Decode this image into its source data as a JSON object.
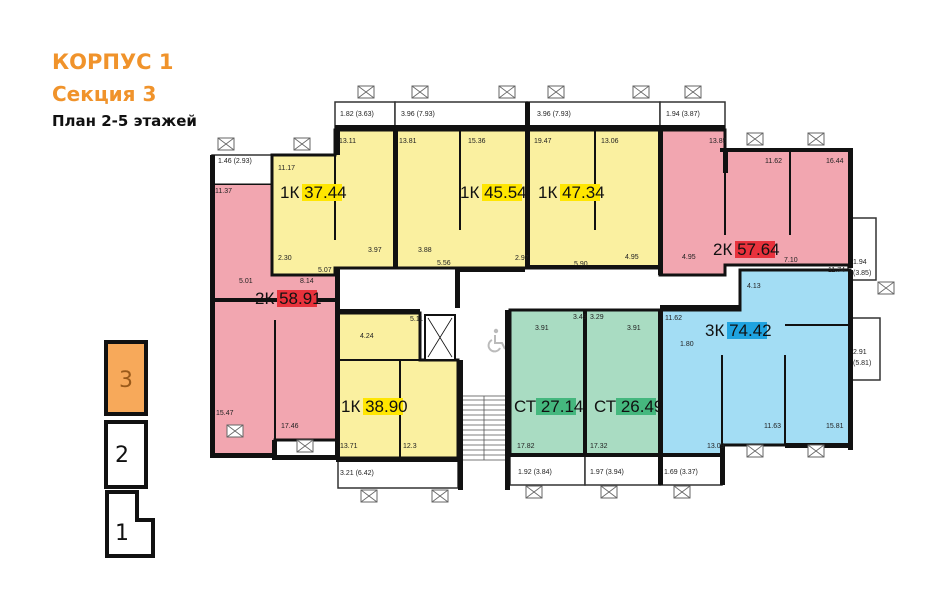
{
  "header": {
    "building": "КОРПУС 1",
    "section": "Секция 3",
    "plan": "План 2-5 этажей"
  },
  "colors": {
    "title": "#f0932b",
    "one_room": "#faf0a0",
    "two_room": "#f2a6b0",
    "three_room": "#a3ddf4",
    "studio": "#a9dcc2",
    "label_yellow": "#ffe600",
    "label_red": "#e8323c",
    "label_blue": "#1fa3e0",
    "label_green": "#45b77e",
    "active_section": "#f7a95a"
  },
  "sections": [
    {
      "label": "3",
      "active": true
    },
    {
      "label": "2",
      "active": false
    },
    {
      "label": "1",
      "active": false
    }
  ],
  "apartments": [
    {
      "label": "1К 37.44",
      "type": "one_room"
    },
    {
      "label": "1К 45.54",
      "type": "one_room"
    },
    {
      "label": "1К 47.34",
      "type": "one_room"
    },
    {
      "label": "2К 57.64",
      "type": "two_room"
    },
    {
      "label": "2К 58.91",
      "type": "two_room"
    },
    {
      "label": "1К 38.90",
      "type": "one_room"
    },
    {
      "label": "СТ 27.14",
      "type": "studio"
    },
    {
      "label": "СТ 26.49",
      "type": "studio"
    },
    {
      "label": "3К 74.42",
      "type": "three_room"
    }
  ],
  "areas": [
    "1.46 (2.93)",
    "11.37",
    "11.17",
    "2.30",
    "8.14",
    "5.07",
    "5.01",
    "1.82 (3.63)",
    "13.11",
    "3.97",
    "3.96 (7.93)",
    "13.81",
    "3.88",
    "5.56",
    "15.36",
    "2.97",
    "3.96 (7.93)",
    "19.47",
    "13.06",
    "5.90",
    "4.95",
    "1.94 (3.87)",
    "13.85",
    "4.95",
    "11.62",
    "16.44",
    "7.10",
    "1.94",
    "(3.85)",
    "11.74",
    "4.13",
    "15.47",
    "17.46",
    "4.24",
    "5.11",
    "13.71",
    "12.3",
    "3.21 (6.42)",
    "3.91",
    "3.49",
    "3.29",
    "3.91",
    "17.82",
    "17.32",
    "1.92 (3.84)",
    "1.97 (3.94)",
    "11.62",
    "1.80",
    "13.09",
    "11.63",
    "15.81",
    "2.91",
    "(5.81)",
    "1.69 (3.37)"
  ],
  "icons": {
    "accessibility": "wheelchair-icon",
    "elevator": "elevator-icon",
    "stairs": "stairs-icon",
    "window": "window-icon"
  }
}
